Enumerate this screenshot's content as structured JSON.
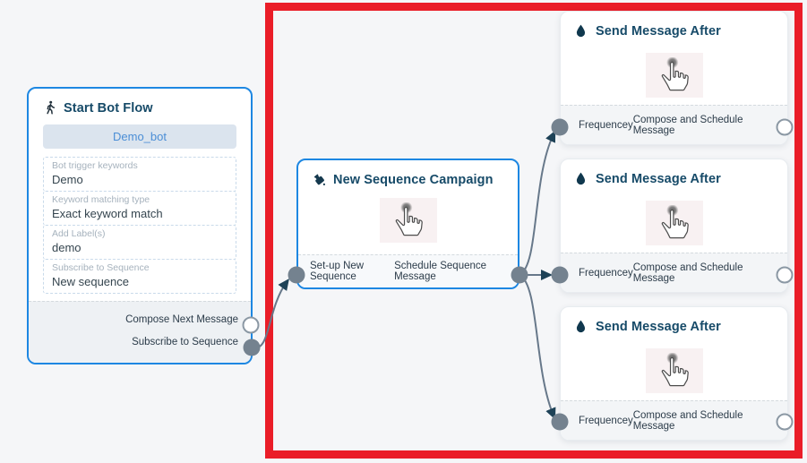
{
  "colors": {
    "background": "#f5f6f8",
    "accent_blue": "#1d87e2",
    "title_navy": "#164a68",
    "port_gray": "#74828f",
    "edge_gray": "#67788a",
    "arrow_navy": "#1e4257",
    "highlight_red": "#ea1d28"
  },
  "nodes": {
    "start_bot_flow": {
      "title": "Start Bot Flow",
      "icon": "walking-person-icon",
      "bot_name": "Demo_bot",
      "fields": [
        {
          "label": "Bot trigger keywords",
          "value": "Demo"
        },
        {
          "label": "Keyword matching type",
          "value": "Exact keyword match"
        },
        {
          "label": "Add Label(s)",
          "value": "demo"
        },
        {
          "label": "Subscribe to Sequence",
          "value": "New sequence"
        }
      ],
      "outputs": [
        {
          "label": "Compose Next Message",
          "port": "empty"
        },
        {
          "label": "Subscribe to Sequence",
          "port": "filled"
        }
      ]
    },
    "new_sequence_campaign": {
      "title": "New Sequence Campaign",
      "icon": "ink-bottle-icon",
      "input_label": "Set-up New Sequence",
      "output_label": "Schedule Sequence Message"
    },
    "send_message_after": [
      {
        "title": "Send Message After",
        "icon": "droplet-icon",
        "input_label": "Frequencey",
        "output_label": "Compose and Schedule Message"
      },
      {
        "title": "Send Message After",
        "icon": "droplet-icon",
        "input_label": "Frequencey",
        "output_label": "Compose and Schedule Message"
      },
      {
        "title": "Send Message After",
        "icon": "droplet-icon",
        "input_label": "Frequencey",
        "output_label": "Compose and Schedule Message"
      }
    ]
  }
}
